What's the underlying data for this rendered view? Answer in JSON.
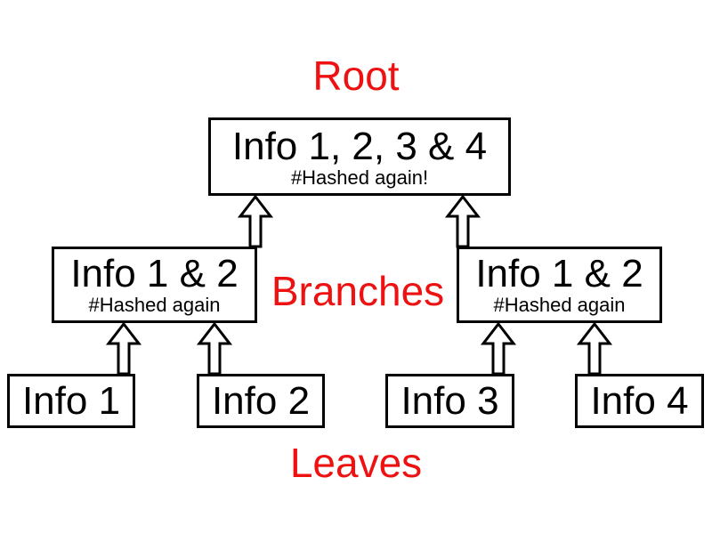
{
  "diagram": {
    "labels": {
      "root": "Root",
      "branches": "Branches",
      "leaves": "Leaves"
    },
    "root_node": {
      "title": "Info 1, 2, 3 & 4",
      "subtitle": "#Hashed again!"
    },
    "branch_nodes": [
      {
        "title": "Info 1 & 2",
        "subtitle": "#Hashed again"
      },
      {
        "title": "Info 1 & 2",
        "subtitle": "#Hashed again"
      }
    ],
    "leaf_nodes": [
      {
        "title": "Info 1"
      },
      {
        "title": "Info 2"
      },
      {
        "title": "Info 3"
      },
      {
        "title": "Info 4"
      }
    ],
    "colors": {
      "label": "#ee1111",
      "box_border": "#000000",
      "arrow": "#000000",
      "background": "#ffffff"
    },
    "icons": {
      "arrow": "hollow-up-arrow-icon"
    }
  }
}
